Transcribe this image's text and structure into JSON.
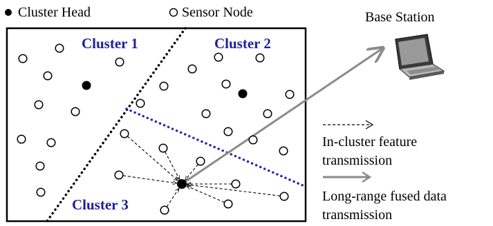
{
  "legend": {
    "cluster_head_label": "Cluster Head",
    "sensor_node_label": "Sensor Node"
  },
  "clusters": {
    "c1": "Cluster 1",
    "c2": "Cluster 2",
    "c3": "Cluster 3"
  },
  "base_station": {
    "label": "Base Station",
    "icon": "laptop-icon"
  },
  "key": {
    "in_cluster_line1": "In-cluster feature",
    "in_cluster_line2": "transmission",
    "long_range_line1": "Long-range fused data",
    "long_range_line2": "transmission"
  },
  "colors": {
    "cluster_label": "#1f1f9a",
    "boundary_1": "#000000",
    "boundary_2": "#2a2aa8",
    "long_range_arrow": "#8a8a8a",
    "node_fill": "#000000"
  }
}
